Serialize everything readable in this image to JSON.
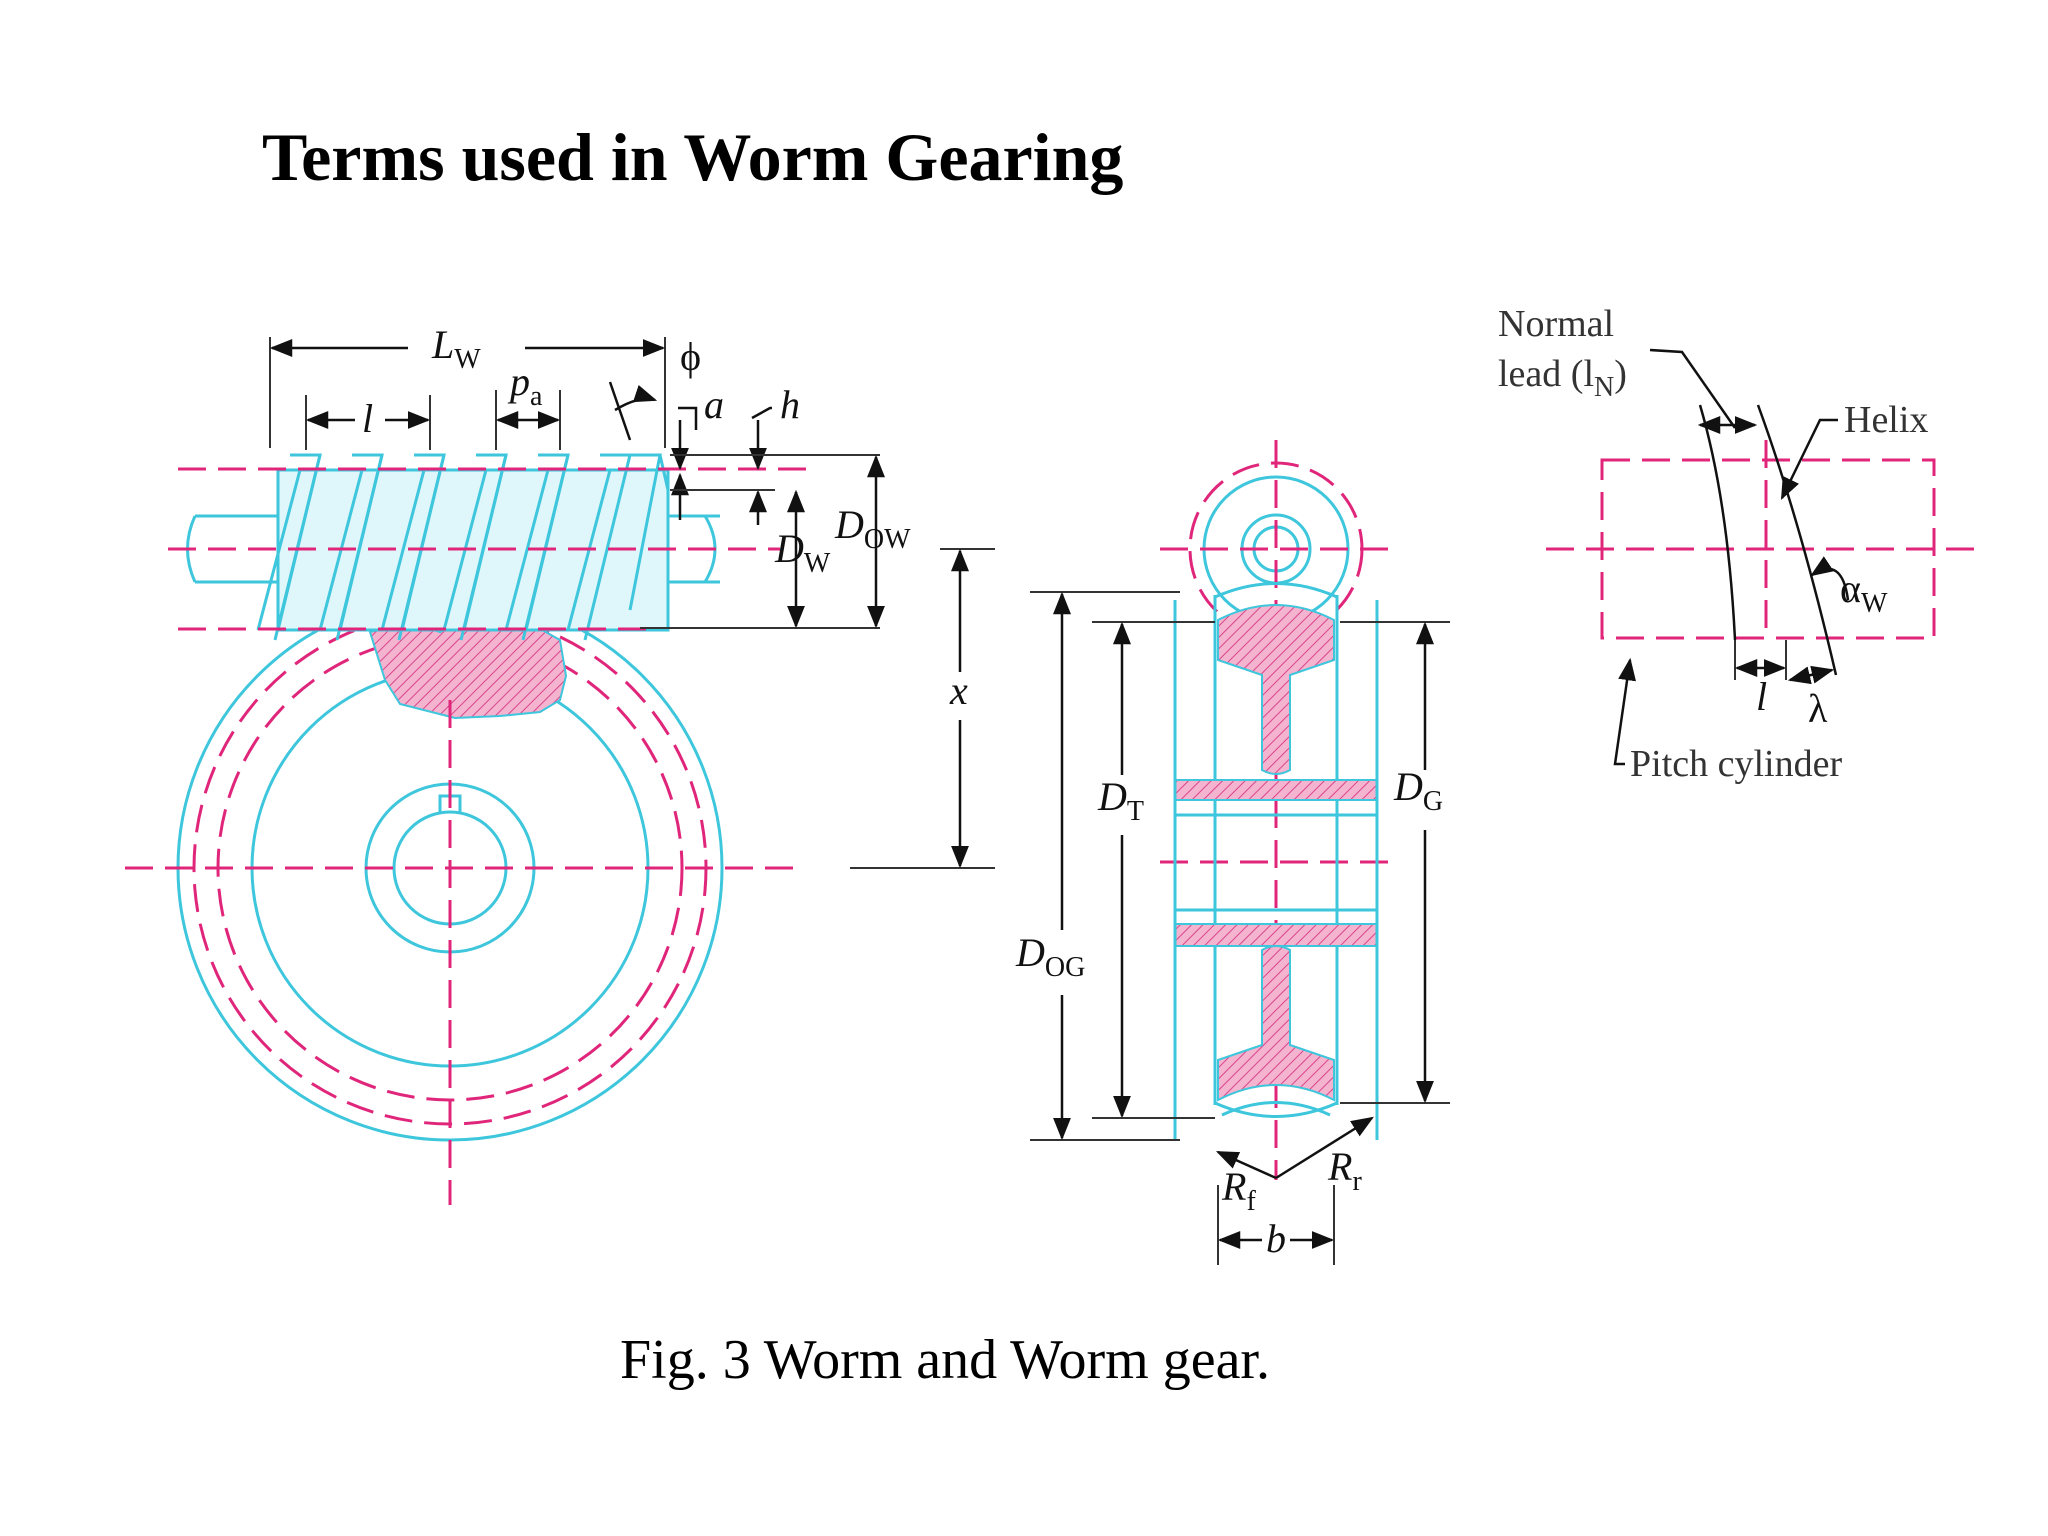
{
  "title": "Terms used in Worm Gearing",
  "caption": "Fig. 3 Worm and Worm gear.",
  "colors": {
    "outline": "#3ec6dc",
    "centerline": "#e0267a",
    "section_fill": "#f0a3c4",
    "dimension": "#111111"
  },
  "worm_labels": {
    "lw": "L",
    "lw_sub": "W",
    "phi": "ϕ",
    "pa": "p",
    "pa_sub": "a",
    "l": "l",
    "a": "a",
    "h": "h",
    "dow": "D",
    "dow_sub": "OW",
    "dw": "D",
    "dw_sub": "W",
    "x": "x"
  },
  "gear_labels": {
    "dt": "D",
    "dt_sub": "T",
    "dg": "D",
    "dg_sub": "G",
    "dog": "D",
    "dog_sub": "OG",
    "rf": "R",
    "rf_sub": "f",
    "rr": "R",
    "rr_sub": "r",
    "b": "b"
  },
  "helix_labels": {
    "normal_lead_line1": "Normal",
    "normal_lead_line2": "lead (l",
    "normal_lead_sub": "N",
    "normal_lead_close": ")",
    "helix": "Helix",
    "alpha": "α",
    "alpha_sub": "W",
    "lead": "l",
    "lambda": "λ",
    "pitch_cylinder": "Pitch cylinder"
  }
}
